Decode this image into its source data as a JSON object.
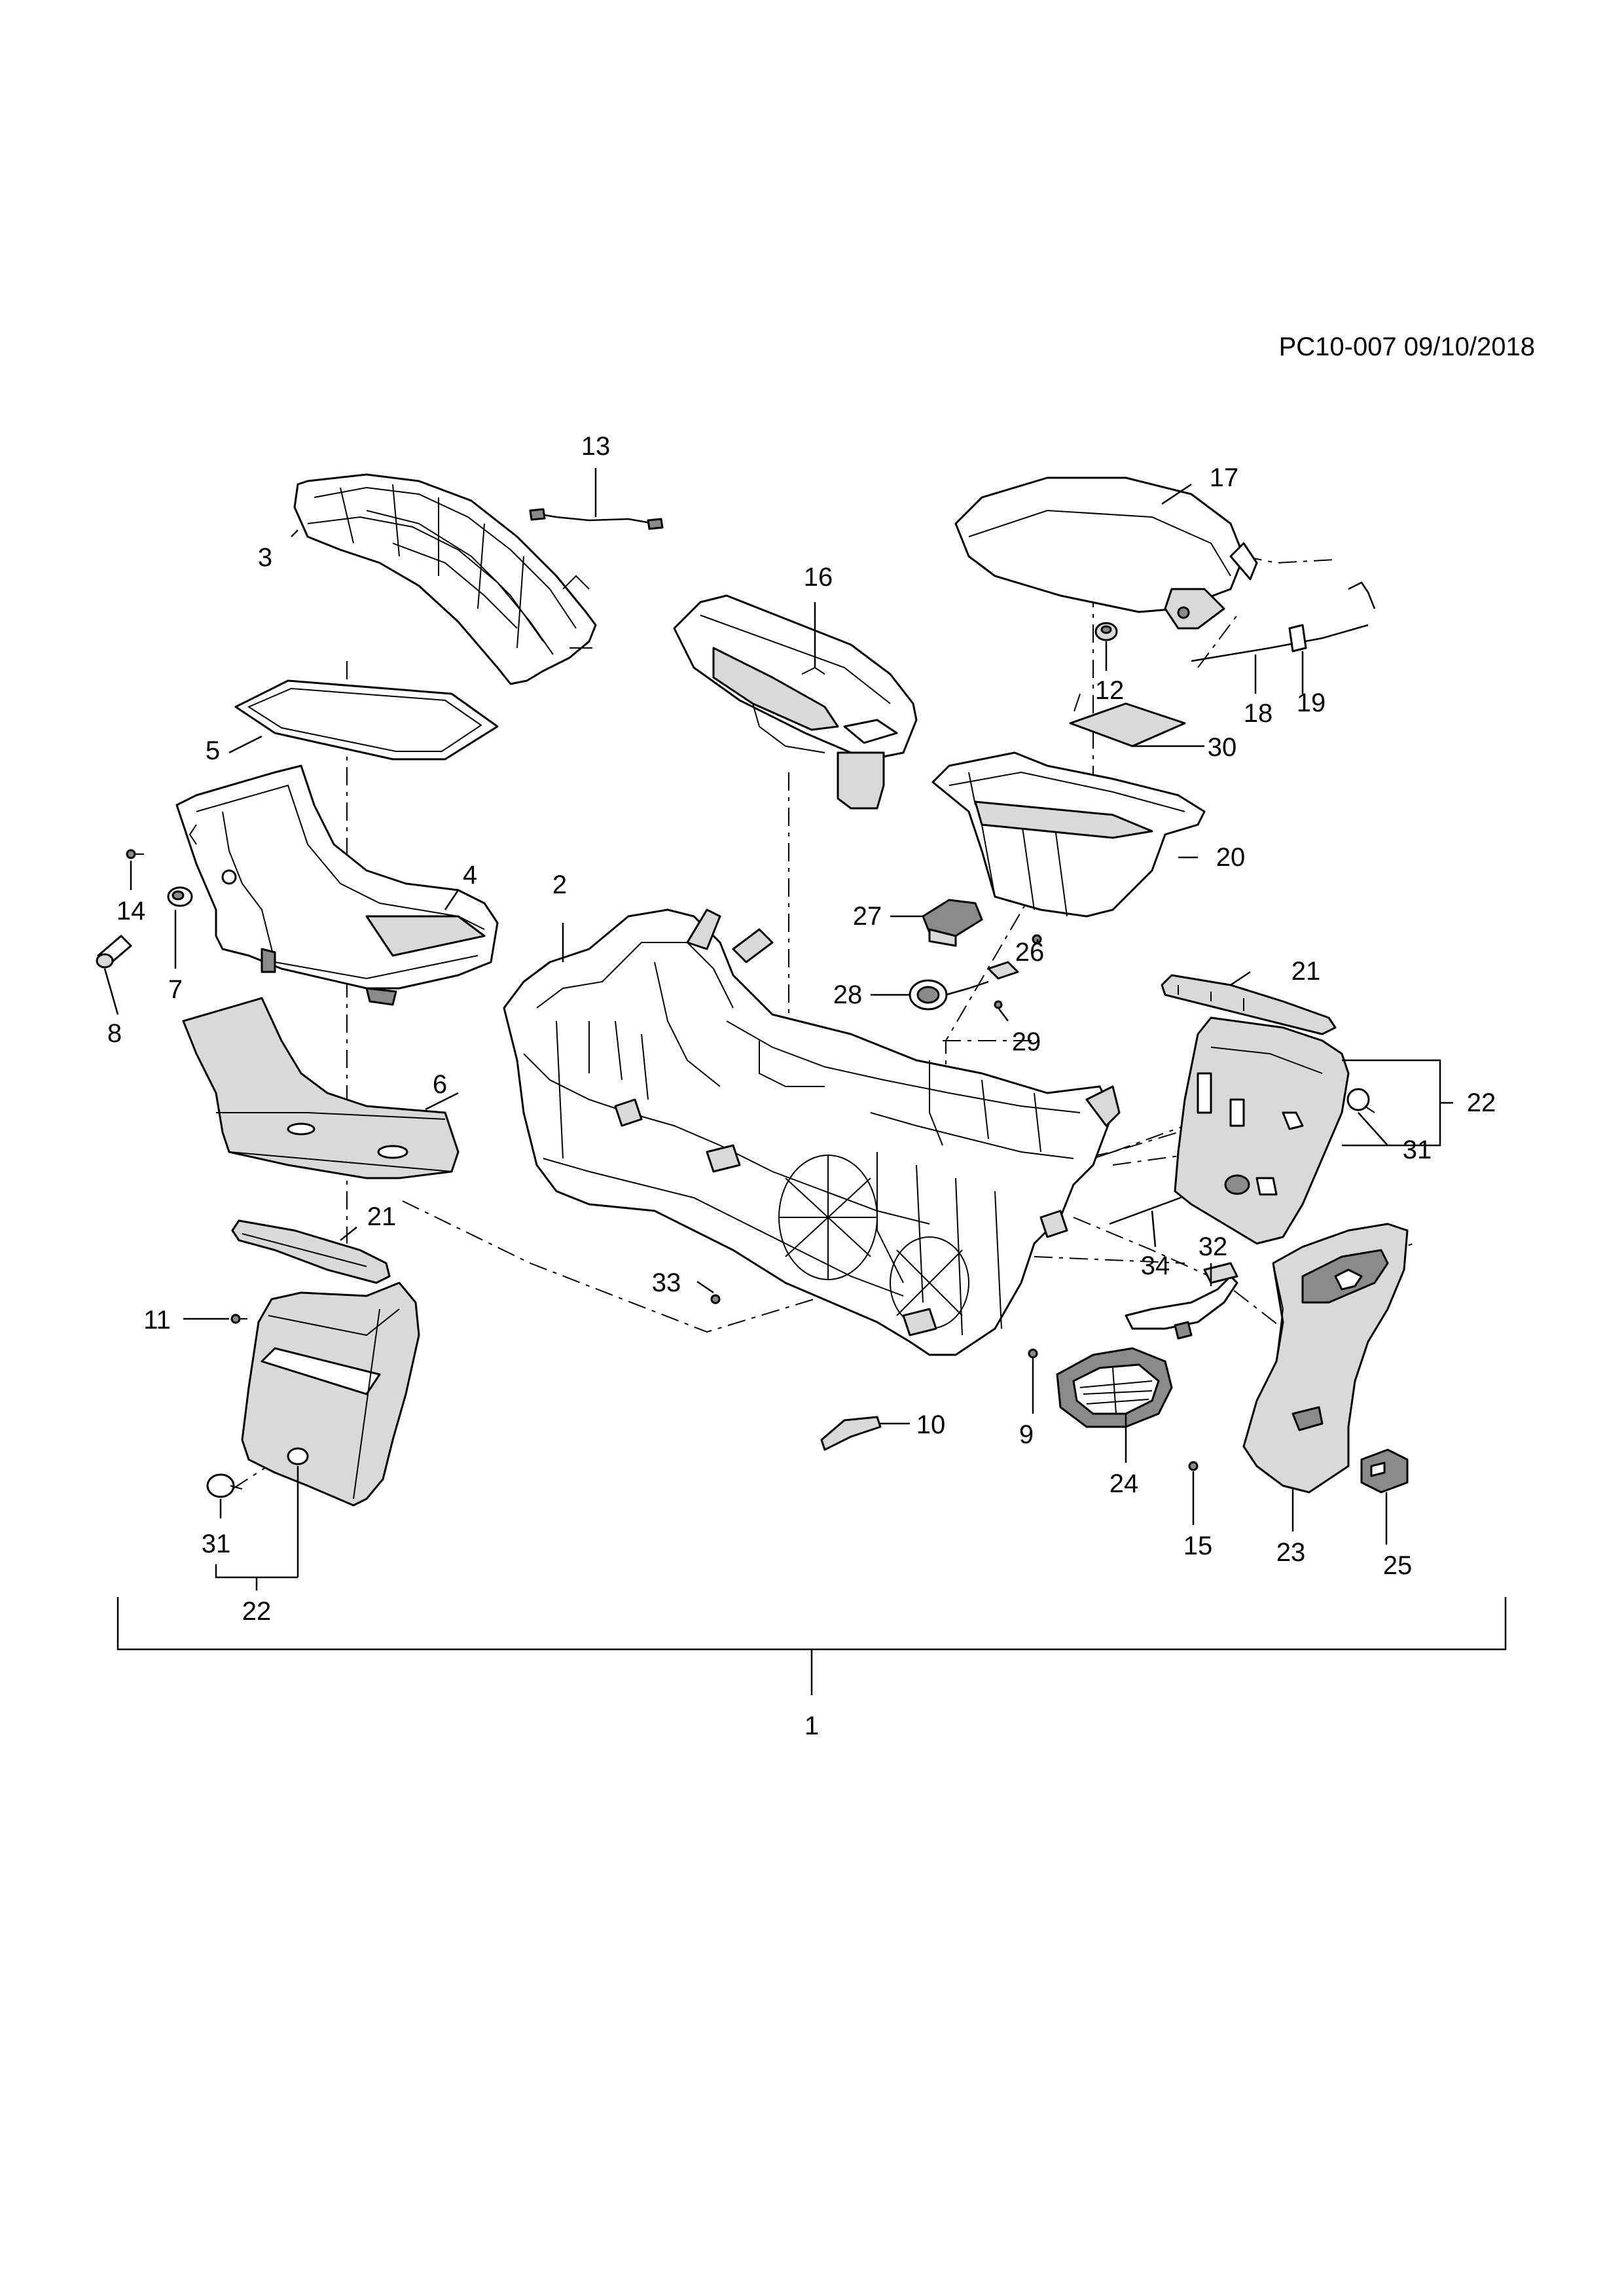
{
  "drawing": {
    "reference": "PC10-007 09/10/2018",
    "callouts": [
      {
        "id": "1",
        "label": "1"
      },
      {
        "id": "2",
        "label": "2"
      },
      {
        "id": "3",
        "label": "3"
      },
      {
        "id": "4",
        "label": "4"
      },
      {
        "id": "5",
        "label": "5"
      },
      {
        "id": "6",
        "label": "6"
      },
      {
        "id": "7",
        "label": "7"
      },
      {
        "id": "8",
        "label": "8"
      },
      {
        "id": "9",
        "label": "9"
      },
      {
        "id": "10",
        "label": "10"
      },
      {
        "id": "11",
        "label": "11"
      },
      {
        "id": "12",
        "label": "12"
      },
      {
        "id": "13",
        "label": "13"
      },
      {
        "id": "14",
        "label": "14"
      },
      {
        "id": "15",
        "label": "15"
      },
      {
        "id": "16",
        "label": "16"
      },
      {
        "id": "17",
        "label": "17"
      },
      {
        "id": "18",
        "label": "18"
      },
      {
        "id": "19",
        "label": "19"
      },
      {
        "id": "20",
        "label": "20"
      },
      {
        "id": "21a",
        "label": "21"
      },
      {
        "id": "21b",
        "label": "21"
      },
      {
        "id": "22a",
        "label": "22"
      },
      {
        "id": "22b",
        "label": "22"
      },
      {
        "id": "23",
        "label": "23"
      },
      {
        "id": "24",
        "label": "24"
      },
      {
        "id": "25",
        "label": "25"
      },
      {
        "id": "26",
        "label": "26"
      },
      {
        "id": "27",
        "label": "27"
      },
      {
        "id": "28",
        "label": "28"
      },
      {
        "id": "29",
        "label": "29"
      },
      {
        "id": "30",
        "label": "30"
      },
      {
        "id": "31a",
        "label": "31"
      },
      {
        "id": "31b",
        "label": "31"
      },
      {
        "id": "32",
        "label": "32"
      },
      {
        "id": "33",
        "label": "33"
      },
      {
        "id": "34",
        "label": "34"
      }
    ]
  }
}
